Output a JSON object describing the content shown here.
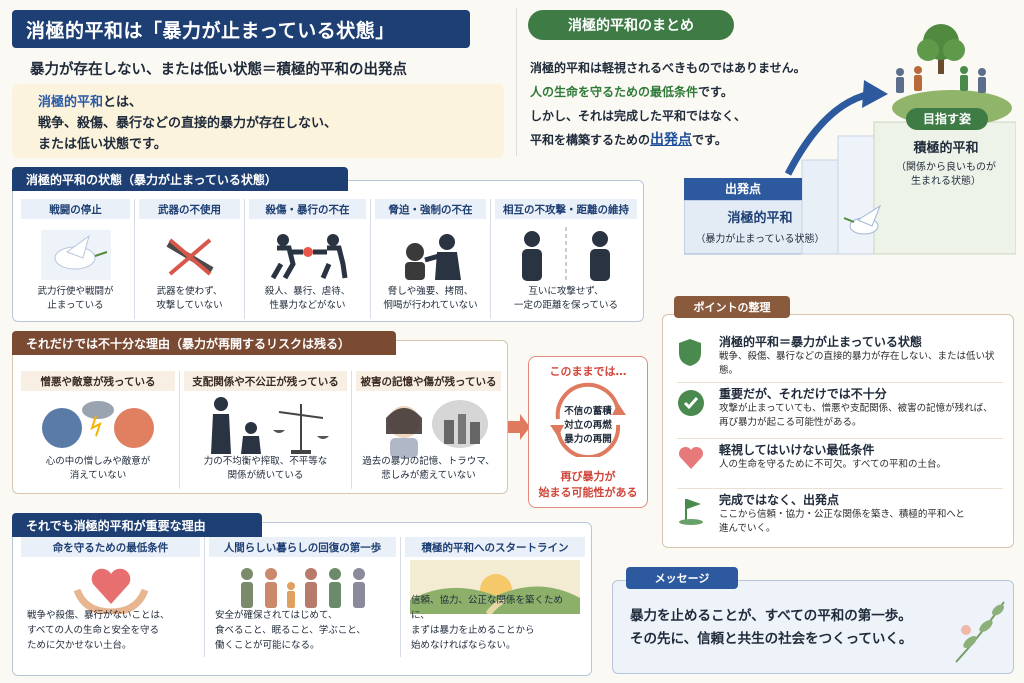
{
  "header": {
    "title": "消極的平和は「暴力が止まっている状態」",
    "subtitle": "暴力が存在しない、または低い状態＝積極的平和の出発点"
  },
  "definition": {
    "term": "消極的平和",
    "line1_suffix": "とは、",
    "line2": "戦争、殺傷、暴行などの直接的暴力が存在しない、",
    "line3": "または低い状態です。"
  },
  "summary": {
    "tag": "消極的平和のまとめ",
    "line1": "消極的平和は軽視されるべきものではありません。",
    "line2": "人の生命を守るための最低条件",
    "line2_suffix": "です。",
    "line3": "しかし、それは完成した平和ではなく、",
    "line4_prefix": "平和を構築するための",
    "line4_hl": "出発点",
    "line4_suffix": "です。"
  },
  "stairs": {
    "start_tag": "出発点",
    "start_title": "消極的平和",
    "start_sub": "（暴力が止まっている状態）",
    "goal_tag": "目指す姿",
    "goal_title": "積極的平和",
    "goal_sub1": "（関係から良いものが",
    "goal_sub2": "生まれる状態）"
  },
  "state": {
    "heading": "消極的平和の状態（暴力が止まっている状態）",
    "cards": [
      {
        "title": "戦闘の停止",
        "l1": "武力行使や戦闘が",
        "l2": "止まっている"
      },
      {
        "title": "武器の不使用",
        "l1": "武器を使わず、",
        "l2": "攻撃していない"
      },
      {
        "title": "殺傷・暴行の不在",
        "l1": "殺人、暴行、虐待、",
        "l2": "性暴力などがない"
      },
      {
        "title": "脅迫・強制の不在",
        "l1": "脅しや強要、拷問、",
        "l2": "恫喝が行われていない"
      },
      {
        "title": "相互の不攻撃・距離の維持",
        "l1": "互いに攻撃せず、",
        "l2": "一定の距離を保っている"
      }
    ]
  },
  "reasons": {
    "heading": "それだけでは不十分な理由（暴力が再開するリスクは残る）",
    "cards": [
      {
        "title": "憎悪や敵意が残っている",
        "l1": "心の中の憎しみや敵意が",
        "l2": "消えていない"
      },
      {
        "title": "支配関係や不公正が残っている",
        "l1": "力の不均衡や搾取、不平等な",
        "l2": "関係が続いている"
      },
      {
        "title": "被害の記憶や傷が残っている",
        "l1": "過去の暴力の記憶、トラウマ、",
        "l2": "悲しみが癒えていない"
      }
    ],
    "risk_title": "このままでは…",
    "cycle": [
      "不信の蓄積",
      "対立の再燃",
      "暴力の再開"
    ],
    "risk_l1": "再び暴力が",
    "risk_l2": "始まる可能性がある"
  },
  "important": {
    "heading": "それでも消極的平和が重要な理由",
    "cards": [
      {
        "title": "命を守るための最低条件",
        "l1": "戦争や殺傷、暴行がないことは、",
        "l2": "すべての人の生命と安全を守る",
        "l3": "ために欠かせない土台。"
      },
      {
        "title": "人間らしい暮らしの回復の第一歩",
        "l1": "安全が確保されてはじめて、",
        "l2": "食べること、眠ること、学ぶこと、",
        "l3": "働くことが可能になる。"
      },
      {
        "title": "積極的平和へのスタートライン",
        "l1": "信頼、協力、公正な関係を築くために、",
        "l2": "まずは暴力を止めることから",
        "l3": "始めなければならない。"
      }
    ]
  },
  "points": {
    "tag": "ポイントの整理",
    "items": [
      {
        "title": "消極的平和＝暴力が止まっている状態",
        "d1": "戦争、殺傷、暴行などの直接的暴力が存在しない、または低い状態。",
        "d2": ""
      },
      {
        "title": "重要だが、それだけでは不十分",
        "d1": "攻撃が止まっていても、憎悪や支配関係、被害の記憶が残れば、",
        "d2": "再び暴力が起こる可能性がある。"
      },
      {
        "title": "軽視してはいけない最低条件",
        "d1": "人の生命を守るために不可欠。すべての平和の土台。",
        "d2": ""
      },
      {
        "title": "完成ではなく、出発点",
        "d1": "ここから信頼・協力・公正な関係を築き、積極的平和へと",
        "d2": "進んでいく。"
      }
    ]
  },
  "message": {
    "tag": "メッセージ",
    "l1": "暴力を止めることが、すべての平和の第一歩。",
    "l2": "その先に、信頼と共生の社会をつくっていく。"
  }
}
